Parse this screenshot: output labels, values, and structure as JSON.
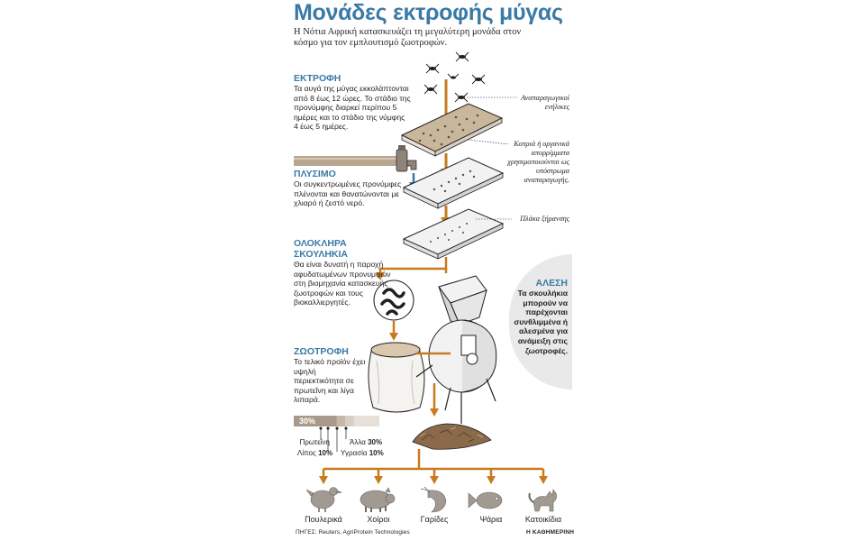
{
  "title": "Μονάδες εκτροφής μύγας",
  "subtitle": "Η Νότια Αφρική κατασκευάζει τη μεγαλύτερη μονάδα στον κόσμο για τον εμπλουτισμό ζωοτροφών.",
  "sections": {
    "breeding": {
      "heading": "ΕΚΤΡΟΦΗ",
      "body": "Τα αυγά της μύγας εκκολάπτονται από 8 έως 12 ώρες. Το στάδιο της προνύμφης διαρκεί περίπου 5 ημέρες και το στάδιο της νύμφης 4 έως 5 ημέρες."
    },
    "washing": {
      "heading": "ΠΛΥΣΙΜΟ",
      "body": "Οι συγκεντρωμένες προνύμφες πλένονται και θανατώνονται με χλιαρό ή ζεστό νερό."
    },
    "whole_larvae": {
      "heading": "ΟΛΟΚΛΗΡΑ ΣΚΟΥΛΗΚΙΑ",
      "body": "Θα είναι δυνατή η παροχή αφυδατωμένων προνυμφών στη βιομηχανία κατασκευής ζωοτροφών και τους βιοκαλλιεργητές."
    },
    "feed": {
      "heading": "ΖΩΟΤΡΟΦΗ",
      "body": "Το τελικό προϊόν έχει υψηλή περιεκτικότητα σε πρωτεΐνη και λίγα λιπαρά."
    },
    "grinding": {
      "heading": "ΑΛΕΣΗ",
      "body": "Τα σκουλήκια μπορούν να παρέχονται συνθλιμμένα ή αλεσμένα για ανάμειξη στις ζωοτροφές."
    }
  },
  "labels": {
    "adults": "Αναπαραγωγικοί ενήλικες",
    "substrate": "Κοπριά ή οργανικά απορρίμματα χρησιμοποιούνται ως υπόστρωμα αναπαραγωγής.",
    "drying_plate": "Πλάκα ξήρανσης"
  },
  "composition": {
    "bar_label": "30%",
    "protein": "Πρωτεΐνη",
    "fat": "Λίπος",
    "fat_value": "10%",
    "other": "Άλλα",
    "other_value": "30%",
    "moisture": "Υγρασία",
    "moisture_value": "10%",
    "shares": {
      "protein": 0.5,
      "fat": 0.1,
      "moisture": 0.1,
      "other": 0.3
    },
    "colors": {
      "protein": "#a89a8a",
      "fat": "#c5b8a9",
      "moisture": "#d7cec3",
      "other": "#e6e0d9"
    }
  },
  "animals": [
    {
      "label": "Πουλερικά",
      "icon": "chicken-icon"
    },
    {
      "label": "Χοίροι",
      "icon": "pig-icon"
    },
    {
      "label": "Γαρίδες",
      "icon": "shrimp-icon"
    },
    {
      "label": "Ψάρια",
      "icon": "fish-icon"
    },
    {
      "label": "Κατοικίδια",
      "icon": "pet-icon"
    }
  ],
  "footer": {
    "sources": "ΠΗΓΕΣ: Reuters, AgriProtein Technologies",
    "brand": "Η ΚΑΘΗΜΕΡΙΝΗ"
  },
  "colors": {
    "accent": "#3a7aa6",
    "flow": "#c87a1e",
    "text": "#231f20"
  }
}
